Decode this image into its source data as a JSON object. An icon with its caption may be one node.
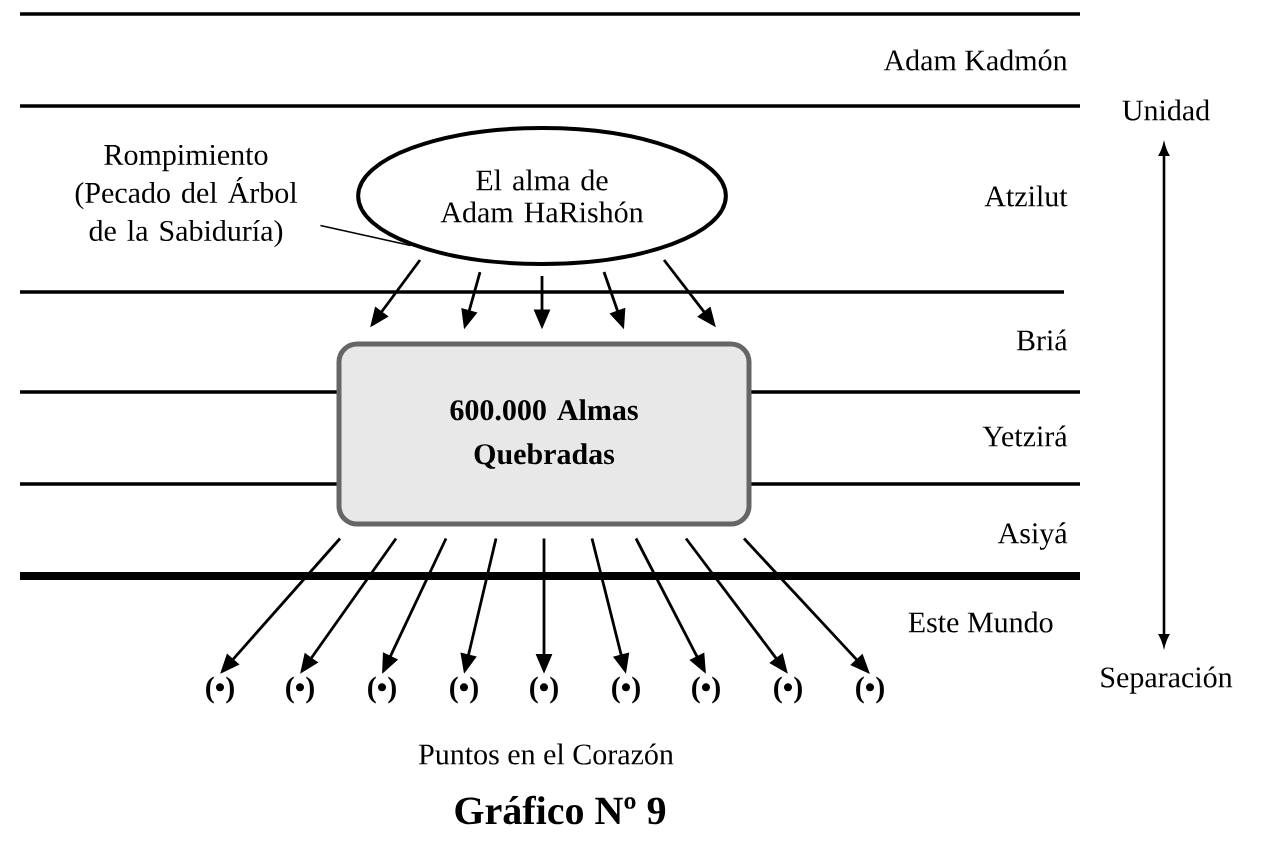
{
  "diagram": {
    "caption": "Gráfico Nº 9",
    "nodes": [
      {
        "text": [
          "El alma de Adam HaRishón"
        ]
      },
      {
        "text": [
          "600.000 Almas Quebradas"
        ]
      },
      {
        "text": [
          "(•)"
        ]
      },
      {
        "text": [
          "(•)"
        ]
      },
      {
        "text": [
          "(•)"
        ]
      },
      {
        "text": [
          "(•)"
        ]
      },
      {
        "text": [
          "(•)"
        ]
      },
      {
        "text": [
          "(•)"
        ]
      },
      {
        "text": [
          "(•)"
        ]
      },
      {
        "text": [
          "(•)"
        ]
      },
      {
        "text": [
          "(•)"
        ]
      },
      {
        "text": [
          "Rompimiento (Pecado del Árbol de la Sabiduría)"
        ]
      }
    ],
    "edges": [
      {
        "from": 0,
        "to": 1,
        "arrow": "to"
      },
      {
        "from": 0,
        "to": 1,
        "arrow": "to"
      },
      {
        "from": 0,
        "to": 1,
        "arrow": "to"
      },
      {
        "from": 0,
        "to": 1,
        "arrow": "to"
      },
      {
        "from": 0,
        "to": 1,
        "arrow": "to"
      },
      {
        "from": 1,
        "to": 2,
        "arrow": "to"
      },
      {
        "from": 1,
        "to": 3,
        "arrow": "to"
      },
      {
        "from": 1,
        "to": 4,
        "arrow": "to"
      },
      {
        "from": 1,
        "to": 5,
        "arrow": "to"
      },
      {
        "from": 1,
        "to": 6,
        "arrow": "to"
      },
      {
        "from": 1,
        "to": 7,
        "arrow": "to"
      },
      {
        "from": 1,
        "to": 8,
        "arrow": "to"
      },
      {
        "from": 1,
        "to": 9,
        "arrow": "to"
      },
      {
        "from": 1,
        "to": 10,
        "arrow": "to"
      },
      {
        "from": 11,
        "to": 0,
        "arrow": "none"
      }
    ],
    "labels": [
      "Adam Kadmón",
      "Unidad",
      "Atzilut",
      "Briá",
      "Yetzirá",
      "Asiyá",
      "Este Mundo",
      "Separación",
      "Puntos en el Corazón"
    ]
  }
}
